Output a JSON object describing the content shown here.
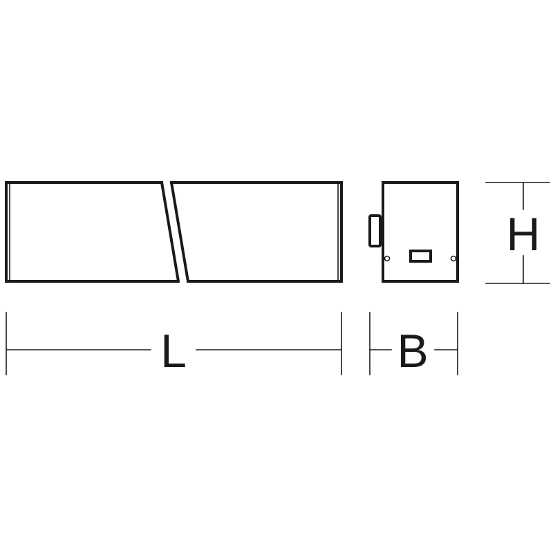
{
  "diagram": {
    "dimensions": {
      "length_label": "L",
      "width_label": "B",
      "height_label": "H"
    },
    "colors": {
      "line": "#1a1a1a",
      "background": "#ffffff"
    }
  }
}
